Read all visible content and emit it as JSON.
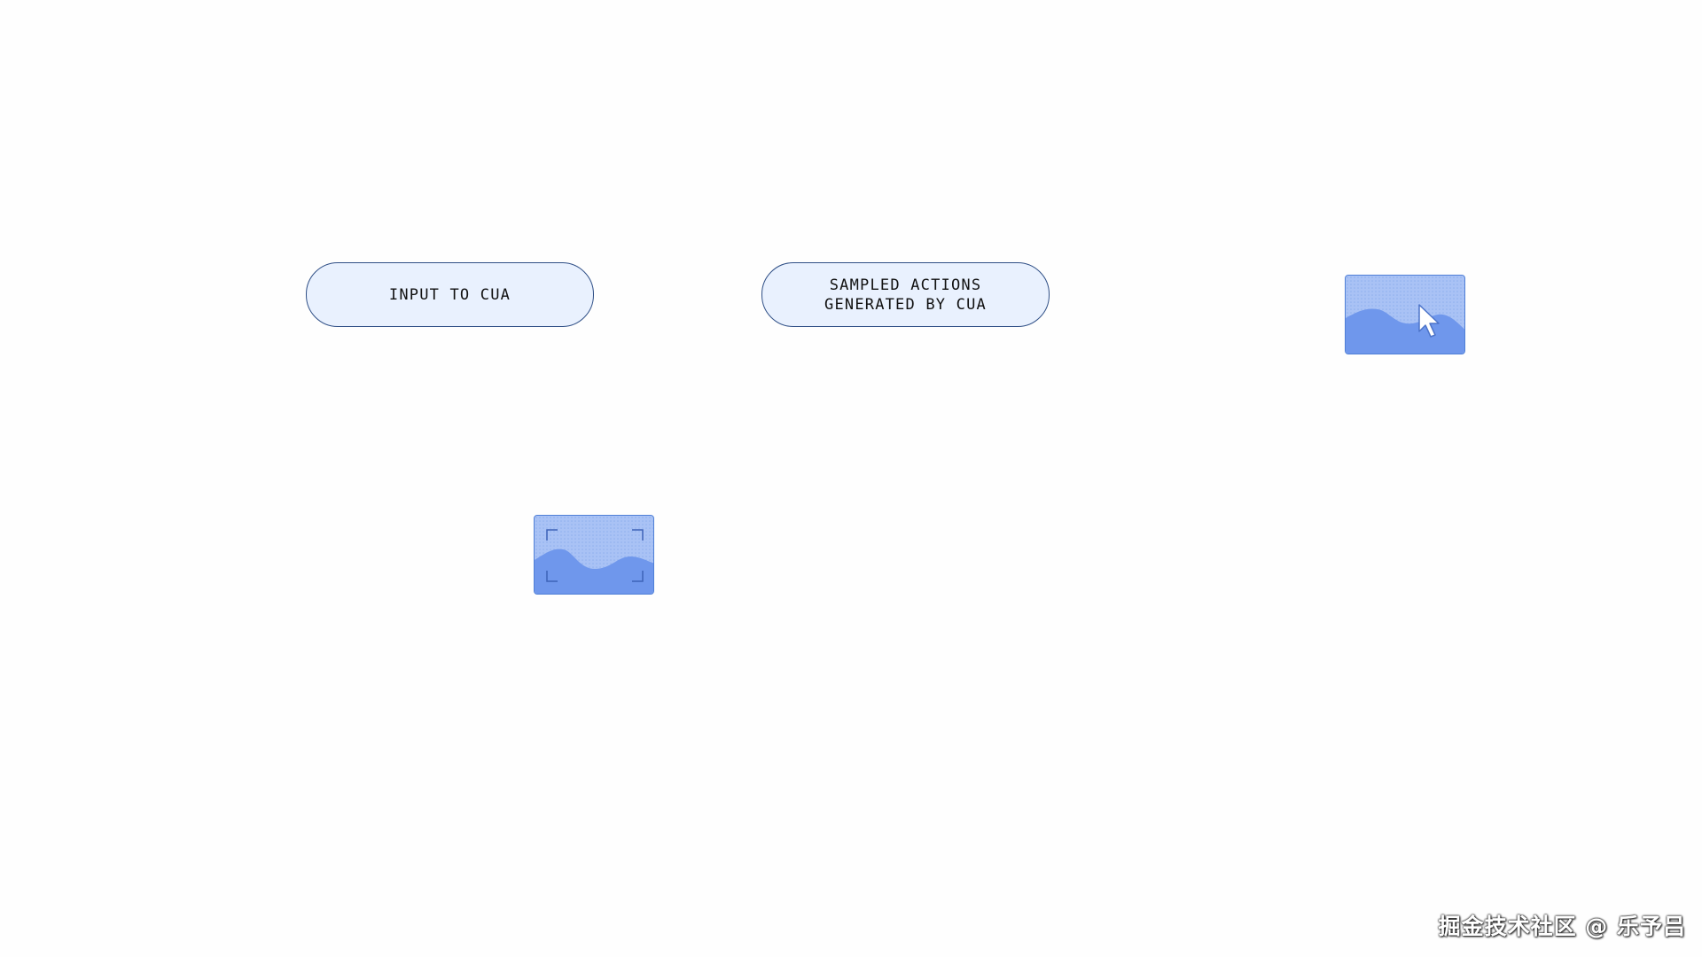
{
  "diagram": {
    "input_label": "INPUT TO CUA",
    "sampled_label_line1": "SAMPLED ACTIONS",
    "sampled_label_line2": "GENERATED BY CUA"
  },
  "icons": {
    "screenshot_cursor": "screenshot-with-cursor-icon",
    "screenshot_frame": "screenshot-capture-icon"
  },
  "colors": {
    "pill_fill": "#e9f1fe",
    "pill_border": "#2f4f86",
    "thumb_fill": "#7aa2f0"
  },
  "watermark": {
    "text": "掘金技术社区 @ 乐予吕"
  }
}
